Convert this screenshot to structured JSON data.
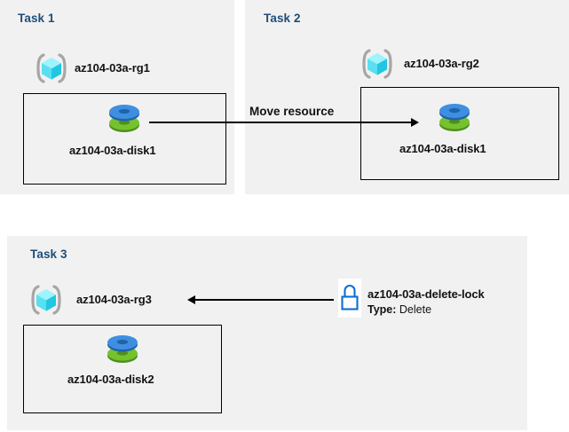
{
  "diagram": {
    "title": "Azure resource group tasks diagram",
    "panel_bg": "#f1f1f1",
    "title_color": "#1f4e79",
    "accent_blue": "#0b6ed6",
    "disk_blue": "#3f8fe0",
    "disk_green": "#6cb32b",
    "cube_cyan": "#59e3f5"
  },
  "tasks": [
    {
      "id": "task-1",
      "title": "Task 1",
      "resource_group": {
        "icon": "resource-group-icon",
        "label": "az104-03a-rg1"
      },
      "resource": {
        "icon": "managed-disk-icon",
        "label": "az104-03a-disk1"
      }
    },
    {
      "id": "task-2",
      "title": "Task 2",
      "resource_group": {
        "icon": "resource-group-icon",
        "label": "az104-03a-rg2"
      },
      "resource": {
        "icon": "managed-disk-icon",
        "label": "az104-03a-disk1"
      }
    },
    {
      "id": "task-3",
      "title": "Task 3",
      "resource_group": {
        "icon": "resource-group-icon",
        "label": "az104-03a-rg3"
      },
      "resource": {
        "icon": "managed-disk-icon",
        "label": "az104-03a-disk2"
      },
      "lock": {
        "icon": "lock-icon",
        "label": "az104-03a-delete-lock",
        "type_key": "Type:",
        "type_value": "Delete"
      }
    }
  ],
  "connectors": [
    {
      "id": "move-resource-arrow",
      "label": "Move resource",
      "direction": "right"
    },
    {
      "id": "lock-applies-arrow",
      "label": "",
      "direction": "left"
    }
  ]
}
